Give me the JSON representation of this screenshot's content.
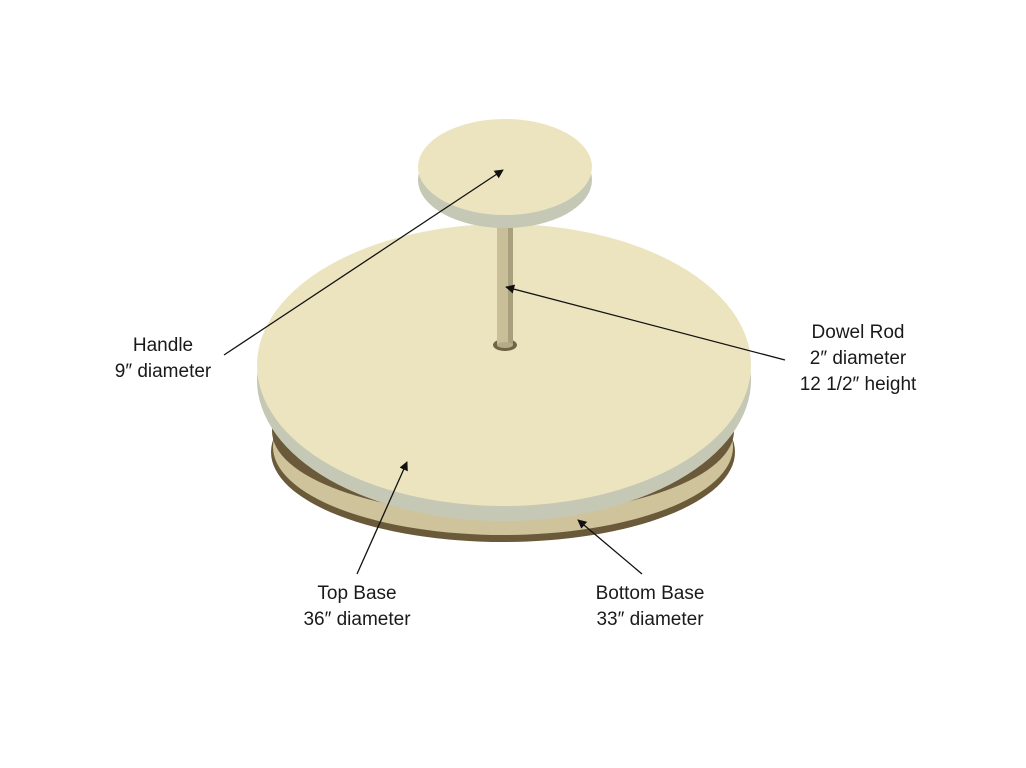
{
  "colors": {
    "top_face": "#ece4bf",
    "top_edge": "#c6c8b6",
    "bottom_face": "#cfc39c",
    "bottom_rim": "#6b5a3a",
    "dowel": "#c8bf98",
    "dowel_shadow": "#a89f7c",
    "hole": "#6e6446",
    "arrow": "#111111"
  },
  "labels": {
    "handle": {
      "name": "Handle",
      "dimension": "9″ diameter"
    },
    "dowel": {
      "name": "Dowel Rod",
      "diameter": "2″ diameter",
      "height": "12 1/2″ height"
    },
    "top_base": {
      "name": "Top Base",
      "dimension": "36″ diameter"
    },
    "bottom_base": {
      "name": "Bottom Base",
      "dimension": "33″ diameter"
    }
  }
}
